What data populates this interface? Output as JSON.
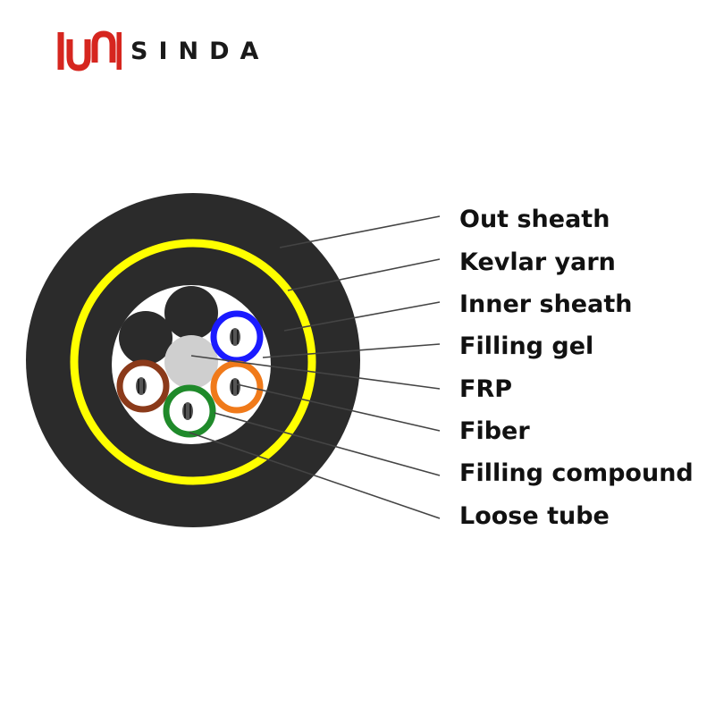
{
  "brand": {
    "name": "SINDA",
    "logo_color": "#d6261f"
  },
  "labels": [
    {
      "id": "out-sheath",
      "text": "Out sheath"
    },
    {
      "id": "kevlar-yarn",
      "text": "Kevlar yarn"
    },
    {
      "id": "inner-sheath",
      "text": "Inner sheath"
    },
    {
      "id": "filling-gel",
      "text": "Filling gel"
    },
    {
      "id": "frp",
      "text": "FRP"
    },
    {
      "id": "fiber",
      "text": "Fiber"
    },
    {
      "id": "filling-compound",
      "text": "Filling compound"
    },
    {
      "id": "loose-tube",
      "text": "Loose tube"
    }
  ],
  "colors": {
    "sheath": "#2b2b2b",
    "kevlar": "#ffff00",
    "frp": "#cfcfcf",
    "tube_blue": "#1a1aff",
    "tube_orange": "#f07a1a",
    "tube_brown": "#8b3a1a",
    "tube_green": "#1f8a2a",
    "filler": "#2b2b2b",
    "leader": "#444444"
  }
}
